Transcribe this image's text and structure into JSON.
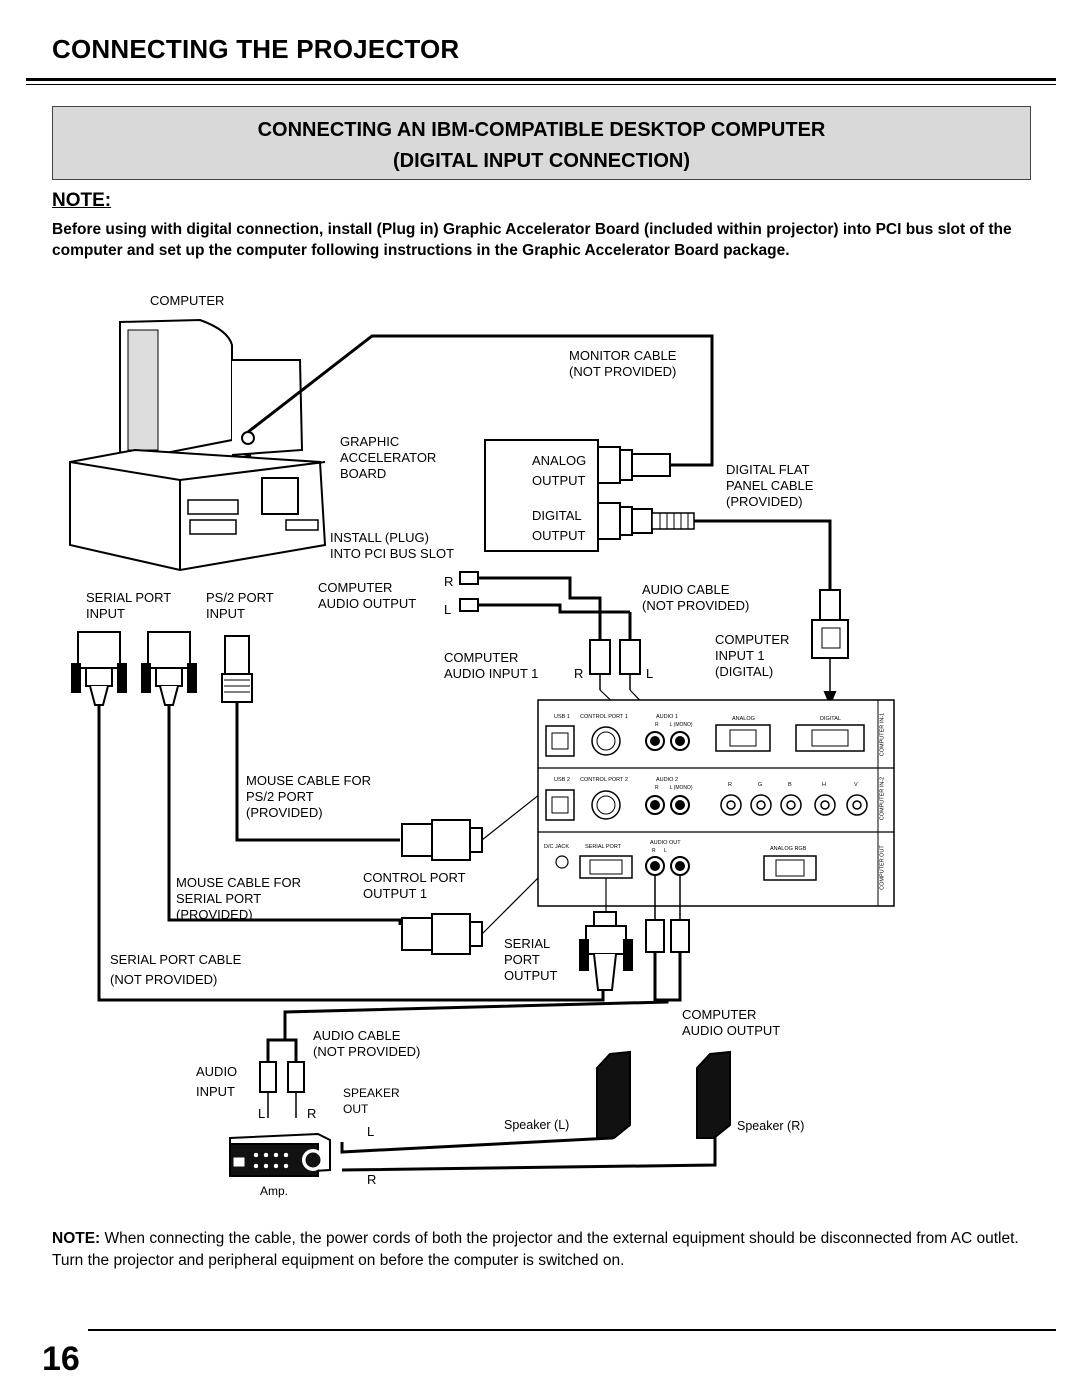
{
  "header": {
    "title": "CONNECTING THE PROJECTOR"
  },
  "section": {
    "line1": "CONNECTING AN IBM-COMPATIBLE DESKTOP COMPUTER",
    "line2": "(DIGITAL INPUT CONNECTION)"
  },
  "note": {
    "heading": "NOTE:",
    "text": "Before using with digital connection, install (Plug in) Graphic Accelerator Board (included within projector) into PCI bus slot of the computer and set up the computer following instructions in the Graphic Accelerator Board package."
  },
  "diagram": {
    "computer": "COMPUTER",
    "monitor_cable": "MONITOR CABLE\n(NOT PROVIDED)",
    "graphic_board": "GRAPHIC\nACCELERATOR\nBOARD",
    "install": "INSTALL (PLUG)\nINTO PCI BUS SLOT",
    "analog_output": "ANALOG\nOUTPUT",
    "digital_output": "DIGITAL\nOUTPUT",
    "dfp_cable": "DIGITAL FLAT\nPANEL CABLE\n(PROVIDED)",
    "serial_port_input": "SERIAL PORT\nINPUT",
    "ps2_port_input": "PS/2 PORT\nINPUT",
    "computer_audio_output": "COMPUTER\nAUDIO OUTPUT",
    "r": "R",
    "l": "L",
    "audio_cable_np": "AUDIO CABLE\n(NOT PROVIDED)",
    "computer_audio_input": "COMPUTER\nAUDIO INPUT 1",
    "computer_input_1": "COMPUTER\nINPUT 1\n(DIGITAL)",
    "mouse_ps2": "MOUSE CABLE FOR\nPS/2 PORT\n(PROVIDED)",
    "mouse_serial": "MOUSE CABLE FOR\nSERIAL PORT\n(PROVIDED)",
    "control_port_output": "CONTROL PORT\nOUTPUT 1",
    "serial_port_cable": "SERIAL PORT CABLE",
    "not_provided": "(NOT PROVIDED)",
    "serial_port_output": "SERIAL\nPORT\nOUTPUT",
    "computer_audio_output_2": "COMPUTER\nAUDIO OUTPUT",
    "audio_cable_np_2": "AUDIO CABLE\n(NOT PROVIDED)",
    "audio_input": "AUDIO\nINPUT",
    "speaker_out": "SPEAKER\nOUT",
    "speaker_l": "Speaker (L)",
    "speaker_r": "Speaker (R)",
    "amp": "Amp.",
    "panel": {
      "usb1": "USB 1",
      "control_port_1": "CONTROL PORT 1",
      "audio1": "AUDIO 1",
      "rl_mono": "R        L (MONO)",
      "analog": "ANALOG",
      "digital": "DIGITAL",
      "usb2": "USB 2",
      "control_port_2": "CONTROL PORT 2",
      "audio2": "AUDIO 2",
      "r": "R",
      "g": "G",
      "b": "B",
      "h": "H",
      "v": "V",
      "dc_jack": "D/C JACK",
      "serial_port": "SERIAL PORT",
      "audio_out": "AUDIO OUT",
      "audio_out_rl": "R      L",
      "analog_rgb": "ANALOG RGB",
      "computer_in_1": "COMPUTER IN-1",
      "computer_in_2": "COMPUTER IN-2",
      "computer_out": "COMPUTER OUT"
    }
  },
  "footer": {
    "note_label": "NOTE:",
    "note_text": " When connecting the cable, the power cords of both the projector and the external equipment should be disconnected from AC outlet. Turn the projector and peripheral equipment on before the computer is switched on."
  },
  "page_number": "16"
}
